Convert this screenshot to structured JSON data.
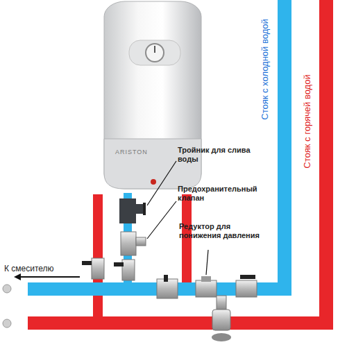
{
  "diagram": {
    "nodes": [
      {
        "text": [
          "ARISTON"
        ]
      }
    ],
    "labels": [
      "Тройник для слива воды",
      "Предохранительный клапан",
      "Редуктор для понижения давления",
      "Стояк с холодной водой",
      "Стояк с горячей водой",
      "К смесителю"
    ]
  }
}
